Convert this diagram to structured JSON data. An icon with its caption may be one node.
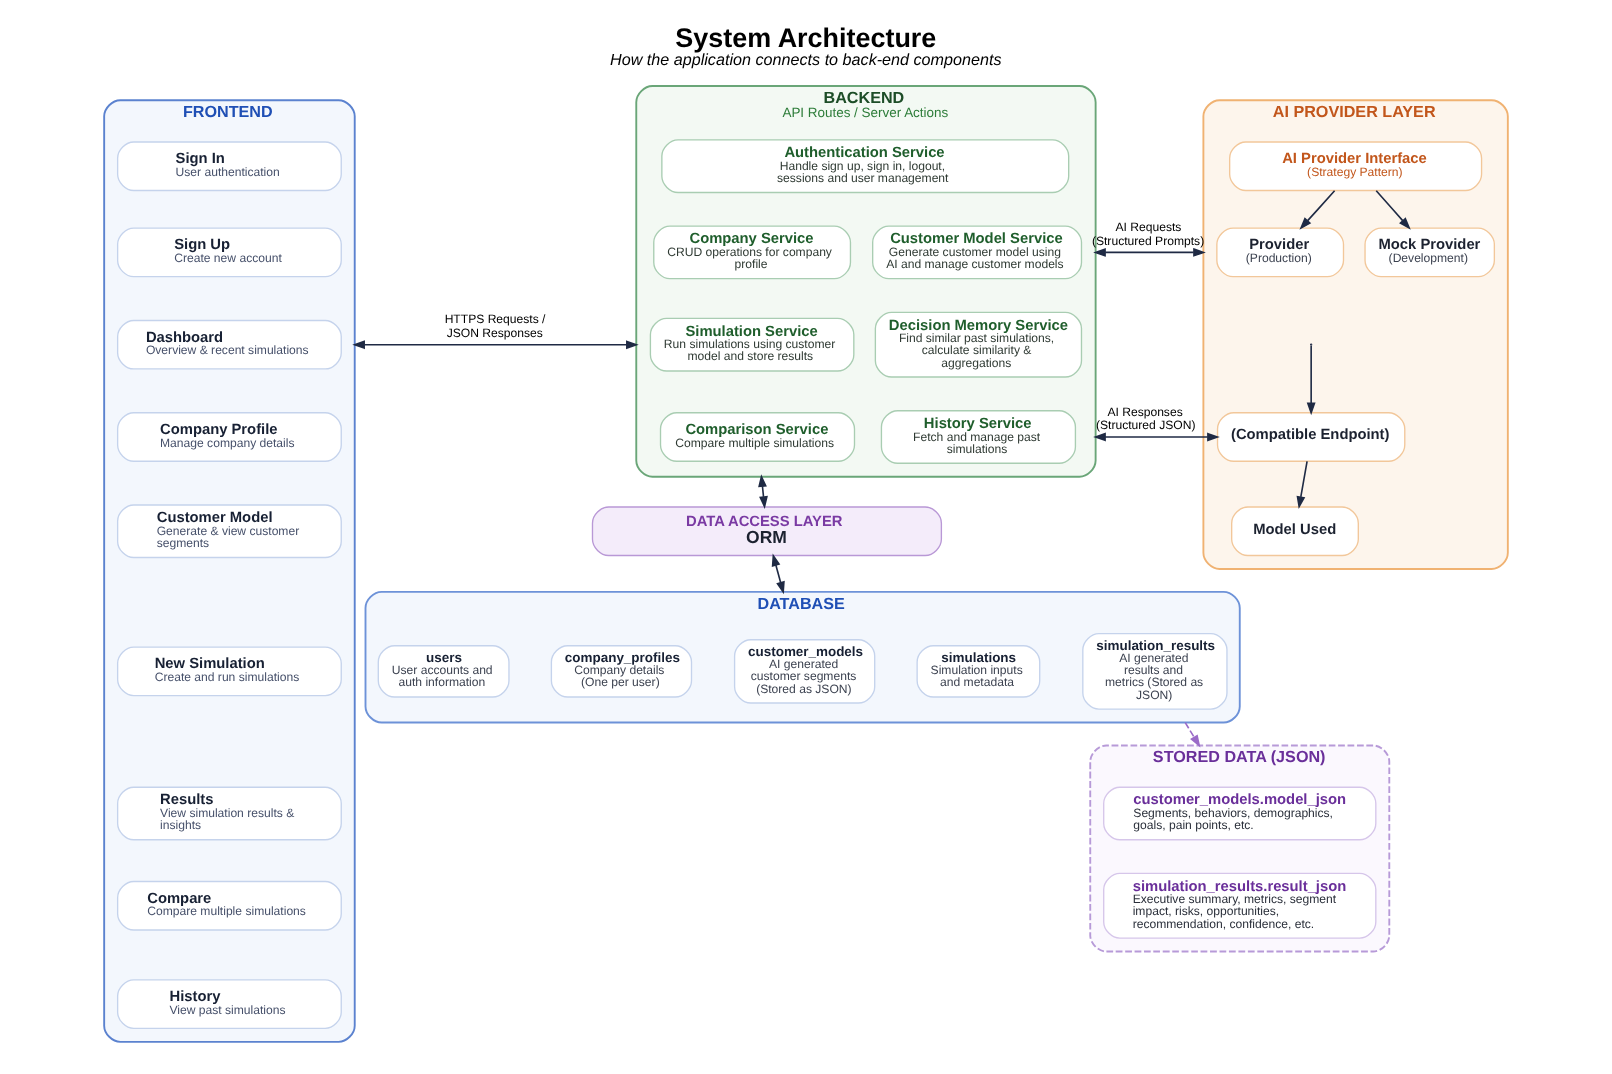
{
  "diagram": {
    "title": "System Architecture",
    "caption": "How the application connects to back-end components",
    "nodes": [
      {
        "text": [
          "FRONTEND"
        ]
      },
      {
        "text": [
          "Sign In",
          "User authentication"
        ],
        "in": 0
      },
      {
        "text": [
          "Sign Up",
          "Create new account"
        ],
        "in": 0
      },
      {
        "text": [
          "Dashboard",
          "Overview & recent simulations"
        ],
        "in": 0
      },
      {
        "text": [
          "Company Profile",
          "Manage company details"
        ],
        "in": 0
      },
      {
        "text": [
          "Customer Model",
          "Generate & view customer segments"
        ],
        "in": 0
      },
      {
        "text": [
          "New Simulation",
          "Create and run simulations"
        ],
        "in": 0
      },
      {
        "text": [
          "Results",
          "View simulation results & insights"
        ],
        "in": 0
      },
      {
        "text": [
          "Compare",
          "Compare multiple simulations"
        ],
        "in": 0
      },
      {
        "text": [
          "History",
          "View past simulations"
        ],
        "in": 0
      },
      {
        "text": [
          "BACKEND",
          "API Routes / Server Actions"
        ]
      },
      {
        "text": [
          "Authentication Service",
          "Handle sign up, sign in, logout, sessions and user management"
        ],
        "in": 10
      },
      {
        "text": [
          "Company Service",
          "CRUD operations for company profile"
        ],
        "in": 10
      },
      {
        "text": [
          "Customer Model Service",
          "Generate customer model using AI and manage customer models"
        ],
        "in": 10
      },
      {
        "text": [
          "Simulation Service",
          "Run simulations using customer model and store results"
        ],
        "in": 10
      },
      {
        "text": [
          "Decision Memory Service",
          "Find similar past simulations, calculate similarity & aggregations"
        ],
        "in": 10
      },
      {
        "text": [
          "Comparison Service",
          "Compare multiple simulations"
        ],
        "in": 10
      },
      {
        "text": [
          "History Service",
          "Fetch and manage past simulations"
        ],
        "in": 10
      },
      {
        "text": [
          "AI PROVIDER LAYER"
        ]
      },
      {
        "text": [
          "AI Provider Interface",
          "(Strategy Pattern)"
        ],
        "in": 18
      },
      {
        "text": [
          "Provider",
          "(Production)"
        ],
        "in": 18
      },
      {
        "text": [
          "Mock Provider",
          "(Development)"
        ],
        "in": 18
      },
      {
        "text": [
          "(Compatible Endpoint)"
        ],
        "in": 18
      },
      {
        "text": [
          "Model Used"
        ],
        "in": 18
      },
      {
        "text": [
          "DATA ACCESS LAYER",
          "ORM"
        ]
      },
      {
        "text": [
          "DATABASE"
        ]
      },
      {
        "text": [
          "users",
          "User accounts and auth information"
        ],
        "in": 25
      },
      {
        "text": [
          "company_profiles",
          "Company details (One per user)"
        ],
        "in": 25
      },
      {
        "text": [
          "customer_models",
          "AI generated customer segments (Stored as JSON)"
        ],
        "in": 25
      },
      {
        "text": [
          "simulations",
          "Simulation inputs and metadata"
        ],
        "in": 25
      },
      {
        "text": [
          "simulation_results",
          "AI generated results and metrics (Stored as JSON)"
        ],
        "in": 25
      },
      {
        "text": [
          "STORED DATA (JSON)"
        ]
      },
      {
        "text": [
          "customer_models.model_json",
          "Segments, behaviors, demographics, goals, pain points, etc."
        ],
        "in": 31
      },
      {
        "text": [
          "simulation_results.result_json",
          "Executive summary, metrics, segment impact, risks, opportunities, recommendation, confidence, etc."
        ],
        "in": 31
      }
    ],
    "edges": [
      {
        "from": 0,
        "to": 10,
        "arrow": "both",
        "label": "HTTPS Requests / JSON Responses"
      },
      {
        "from": 10,
        "to": 18,
        "arrow": "both",
        "label": "AI Requests (Structured Prompts)"
      },
      {
        "from": 10,
        "to": 22,
        "arrow": "both",
        "label": "AI Responses (Structured JSON)"
      },
      {
        "from": 19,
        "to": 20,
        "arrow": "to"
      },
      {
        "from": 19,
        "to": 21,
        "arrow": "to"
      },
      {
        "from": null,
        "to": 22,
        "arrow": "to"
      },
      {
        "from": 22,
        "to": 23,
        "arrow": "to"
      },
      {
        "from": 10,
        "to": 24,
        "arrow": "both"
      },
      {
        "from": 24,
        "to": 25,
        "arrow": "both"
      },
      {
        "from": 25,
        "to": 31,
        "arrow": "to",
        "style": "dashed",
        "color": "#9b6bc8"
      }
    ]
  }
}
